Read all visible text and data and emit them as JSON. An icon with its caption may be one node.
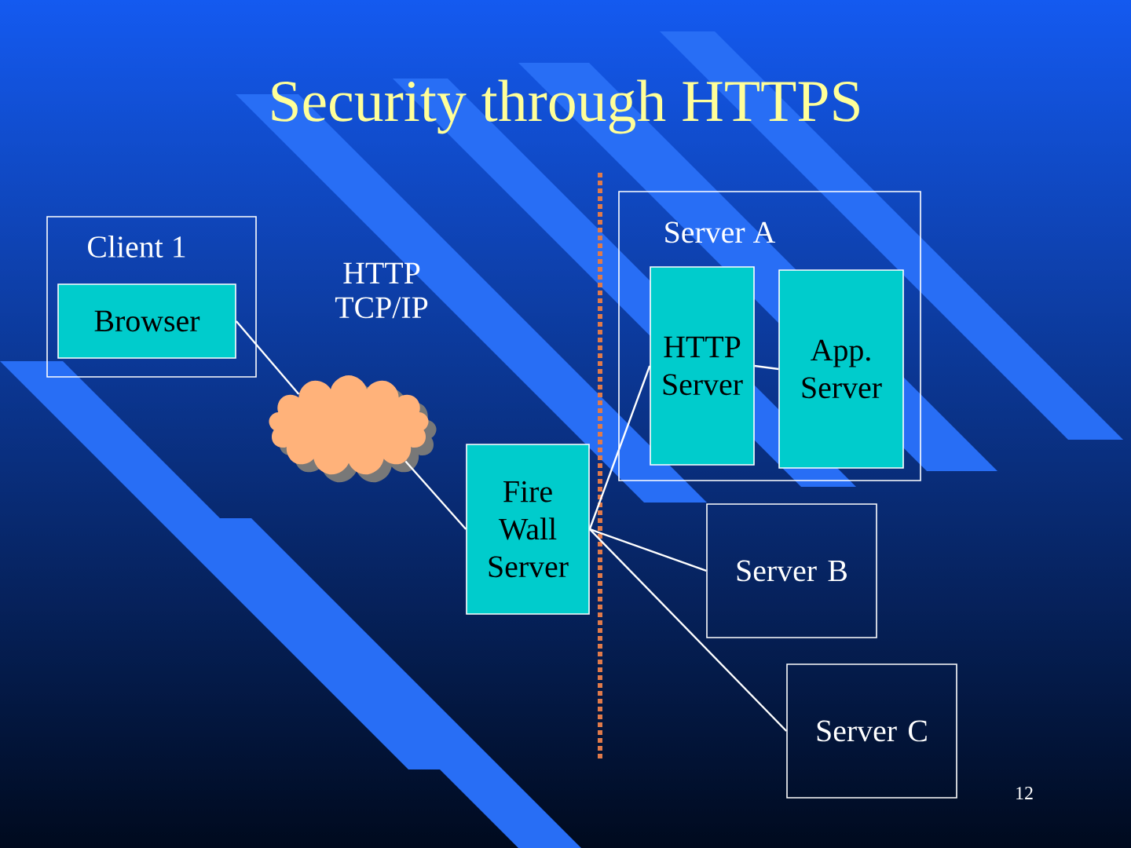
{
  "diagram": {
    "title": "Security through HTTPS",
    "nodes": [
      {
        "text": [
          "Client 1"
        ]
      },
      {
        "text": [
          "Browser"
        ],
        "in": 0
      },
      {
        "text": [],
        "shape": "cloud"
      },
      {
        "text": [
          "Fire Wall Server"
        ]
      },
      {
        "text": [
          "Server A"
        ]
      },
      {
        "text": [
          "HTTP Server"
        ],
        "in": 4
      },
      {
        "text": [
          "App. Server"
        ],
        "in": 4
      },
      {
        "text": [
          "Server B"
        ]
      },
      {
        "text": [
          "Server C"
        ]
      }
    ],
    "edges": [
      {
        "from": 1,
        "to": 2,
        "arrow": "none"
      },
      {
        "from": 2,
        "to": 3,
        "arrow": "none"
      },
      {
        "from": 3,
        "to": 5,
        "arrow": "none"
      },
      {
        "from": 5,
        "to": 6,
        "arrow": "none"
      },
      {
        "from": 3,
        "to": 7,
        "arrow": "none"
      },
      {
        "from": 3,
        "to": 8,
        "arrow": "none"
      }
    ],
    "labels": [
      "HTTP TCP/IP",
      "12"
    ]
  }
}
